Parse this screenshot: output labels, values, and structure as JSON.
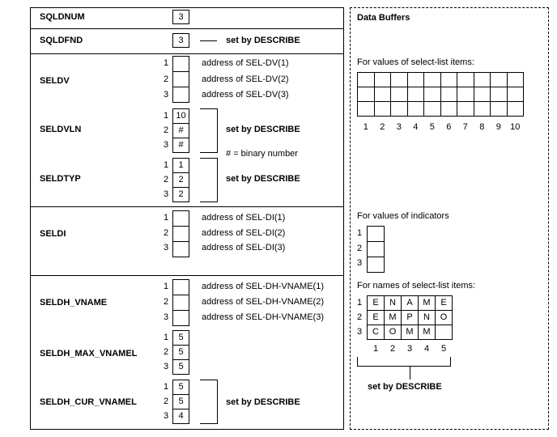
{
  "left": {
    "sqldnum": {
      "label": "SQLDNUM",
      "value": "3"
    },
    "sqldfnd": {
      "label": "SQLDFND",
      "value": "3",
      "note": "set by DESCRIBE"
    },
    "seldv": {
      "label": "SELDV",
      "rows": [
        {
          "index": "1",
          "value": "",
          "note": "address of SEL-DV(1)"
        },
        {
          "index": "2",
          "value": "",
          "note": "address of SEL-DV(2)"
        },
        {
          "index": "3",
          "value": "",
          "note": "address of SEL-DV(3)"
        }
      ]
    },
    "seldvln": {
      "label": "SELDVLN",
      "rows": [
        {
          "index": "1",
          "value": "10"
        },
        {
          "index": "2",
          "value": "#"
        },
        {
          "index": "3",
          "value": "#"
        }
      ],
      "note": "set by DESCRIBE"
    },
    "binary_note": "# = binary number",
    "seldtyp": {
      "label": "SELDTYP",
      "rows": [
        {
          "index": "1",
          "value": "1"
        },
        {
          "index": "2",
          "value": "2"
        },
        {
          "index": "3",
          "value": "2"
        }
      ],
      "note": "set by DESCRIBE"
    },
    "seldi": {
      "label": "SELDI",
      "rows": [
        {
          "index": "1",
          "value": "",
          "note": "address of SEL-DI(1)"
        },
        {
          "index": "2",
          "value": "",
          "note": "address of SEL-DI(2)"
        },
        {
          "index": "3",
          "value": "",
          "note": "address of SEL-DI(3)"
        }
      ]
    },
    "seldh_vname": {
      "label": "SELDH_VNAME",
      "rows": [
        {
          "index": "1",
          "value": "",
          "note": "address of SEL-DH-VNAME(1)"
        },
        {
          "index": "2",
          "value": "",
          "note": "address of SEL-DH-VNAME(2)"
        },
        {
          "index": "3",
          "value": "",
          "note": "address of SEL-DH-VNAME(3)"
        }
      ]
    },
    "seldh_max_vnamel": {
      "label": "SELDH_MAX_VNAMEL",
      "rows": [
        {
          "index": "1",
          "value": "5"
        },
        {
          "index": "2",
          "value": "5"
        },
        {
          "index": "3",
          "value": "5"
        }
      ]
    },
    "seldh_cur_vnamel": {
      "label": "SELDH_CUR_VNAMEL",
      "rows": [
        {
          "index": "1",
          "value": "5"
        },
        {
          "index": "2",
          "value": "5"
        },
        {
          "index": "3",
          "value": "4"
        }
      ],
      "note": "set by DESCRIBE"
    }
  },
  "right": {
    "title": "Data Buffers",
    "select_values": {
      "caption": "For values of select-list items:",
      "columns": [
        "1",
        "2",
        "3",
        "4",
        "5",
        "6",
        "7",
        "8",
        "9",
        "10"
      ],
      "rows": 3
    },
    "indicators": {
      "caption": "For values of indicators",
      "rows": [
        "1",
        "2",
        "3"
      ]
    },
    "names": {
      "caption": "For names of select-list items:",
      "row_labels": [
        "1",
        "2",
        "3"
      ],
      "grid": [
        [
          "E",
          "N",
          "A",
          "M",
          "E"
        ],
        [
          "E",
          "M",
          "P",
          "N",
          "O"
        ],
        [
          "C",
          "O",
          "M",
          "M",
          ""
        ]
      ],
      "columns": [
        "1",
        "2",
        "3",
        "4",
        "5"
      ],
      "note": "set by DESCRIBE"
    }
  }
}
